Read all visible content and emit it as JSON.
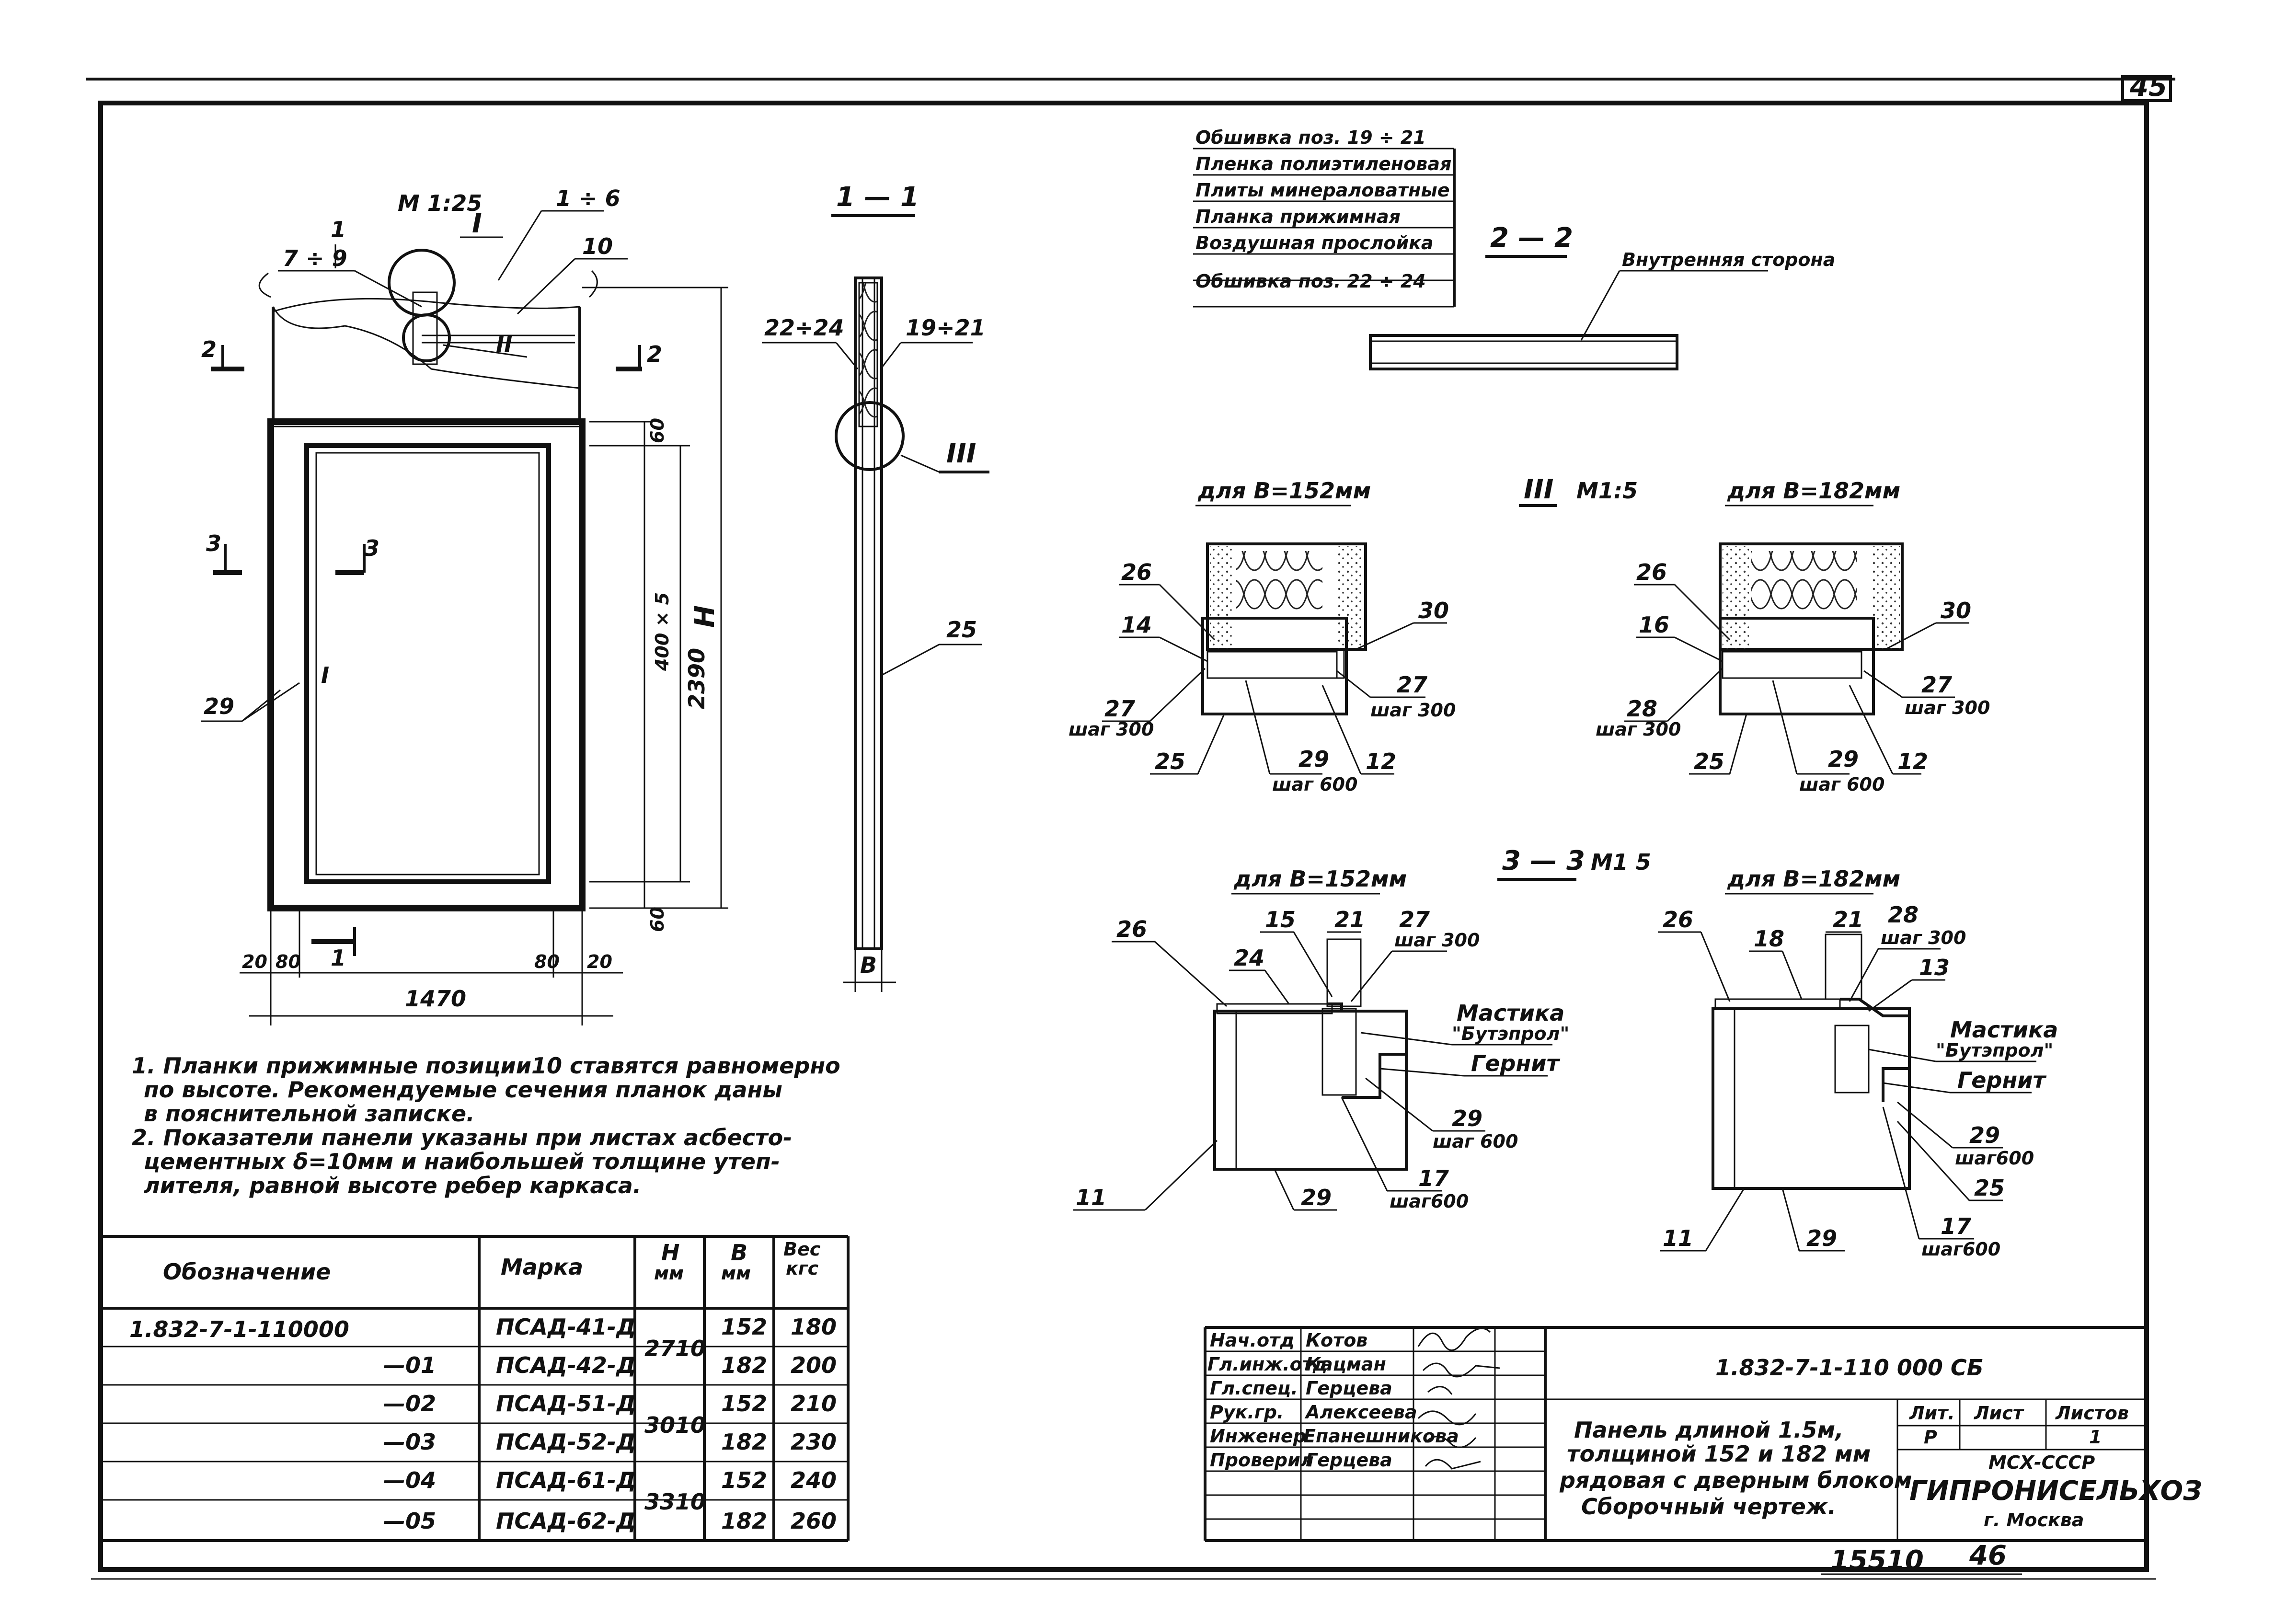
{
  "sheet_number": "45",
  "archive": {
    "number": "15510",
    "page": "46"
  },
  "elevation": {
    "scale": "М 1:25",
    "callout_I": "I",
    "callout_II": "II",
    "leader_1_6": "1 ÷ 6",
    "leader_7_9": "7 ÷ 9",
    "leader_10": "10",
    "leader_29": "29",
    "section_2": "2",
    "section_3": "3",
    "section_1": "1",
    "panel_mark": "I",
    "dim_60_top": "60",
    "dim_400x5": "400 × 5",
    "dim_2390": "2390",
    "dim_H": "H",
    "dim_60_bottom": "60",
    "dim_20_left": "20",
    "dim_80_left": "80",
    "dim_80_right": "80",
    "dim_20_right": "20",
    "dim_1470": "1470"
  },
  "section_1_1": {
    "title": "1 — 1",
    "leader_22_24": "22÷24",
    "leader_19_21": "19÷21",
    "callout_III": "III",
    "leader_25": "25",
    "dim_B": "B"
  },
  "layers": {
    "rows": [
      "Обшивка поз. 19 ÷ 21",
      "Пленка полиэтиленовая",
      "Плиты минераловатные",
      "Планка прижимная",
      "Воздушная прослойка",
      "Обшивка поз. 22 ÷ 24"
    ],
    "section_title": "2 — 2",
    "inner_side": "Внутренняя сторона"
  },
  "detail_III": {
    "title": "III",
    "scale": "М1:5",
    "left": {
      "subtitle": "для B=152мм",
      "l26": "26",
      "l14": "14",
      "l30": "30",
      "l27a": "27",
      "l27a_step": "шаг 300",
      "l27b": "27",
      "l27b_step": "шаг 300",
      "l25": "25",
      "l29": "29",
      "l29_step": "шаг 600",
      "l12": "12"
    },
    "right": {
      "subtitle": "для B=182мм",
      "l26": "26",
      "l16": "16",
      "l30": "30",
      "l28": "28",
      "l28_step": "шаг 300",
      "l27": "27",
      "l27_step": "шаг 300",
      "l25": "25",
      "l29": "29",
      "l29_step": "шаг 600",
      "l12": "12"
    }
  },
  "section_3_3": {
    "title": "3 — 3",
    "scale": "М1 5",
    "left": {
      "subtitle": "для B=152мм",
      "l26": "26",
      "l15": "15",
      "l21": "21",
      "l27": "27",
      "l27_step": "шаг 300",
      "l24": "24",
      "mastic": "Мастика",
      "mastic_name": "\"Бутэпрол\"",
      "gernit": "Гернит",
      "l29a": "29",
      "l29a_step": "шаг 600",
      "l17": "17",
      "l17_step": "шаг600",
      "l11": "11",
      "l29b": "29"
    },
    "right": {
      "subtitle": "для B=182мм",
      "l26": "26",
      "l18": "18",
      "l21": "21",
      "l28": "28",
      "l28_step": "шаг 300",
      "l13": "13",
      "mastic": "Мастика",
      "mastic_name": "\"Бутэпрол\"",
      "gernit": "Гернит",
      "l29a": "29",
      "l29a_step": "шаг600",
      "l25": "25",
      "l17": "17",
      "l17_step": "шаг600",
      "l11": "11",
      "l29b": "29"
    }
  },
  "notes": [
    "1. Планки прижимные позиции10 ставятся равномерно",
    "по высоте. Рекомендуемые сечения планок даны",
    "в пояснительной записке.",
    "2. Показатели панели указаны при листах асбесто-",
    "цементных δ=10мм и наибольшей толщине утеп-",
    "лителя, равной высоте ребер каркаса."
  ],
  "spec_table": {
    "headers": [
      "Обозначение",
      "Марка",
      "H мм",
      "B мм",
      "Вес кгс"
    ],
    "header_H_unit": "мм",
    "header_B_unit": "мм",
    "header_wt_unit": "кгс",
    "rows": [
      {
        "code": "1.832-7-1-110000",
        "mark": "ПСАД-41-Д",
        "B": "152",
        "wt": "180"
      },
      {
        "code": "—01",
        "mark": "ПСАД-42-Д",
        "B": "182",
        "wt": "200"
      },
      {
        "code": "—02",
        "mark": "ПСАД-51-Д",
        "B": "152",
        "wt": "210"
      },
      {
        "code": "—03",
        "mark": "ПСАД-52-Д",
        "B": "182",
        "wt": "230"
      },
      {
        "code": "—04",
        "mark": "ПСАД-61-Д",
        "B": "152",
        "wt": "240"
      },
      {
        "code": "—05",
        "mark": "ПСАД-62-Д",
        "B": "182",
        "wt": "260"
      }
    ],
    "heights": [
      "2710",
      "3010",
      "3310"
    ]
  },
  "title_block": {
    "roles": [
      "Нач.отд",
      "Гл.инж.отд",
      "Гл.спец.",
      "Рук.гр.",
      "Инженер",
      "Проверил"
    ],
    "names": [
      "Котов",
      "Кацман",
      "Герцева",
      "Алексеева",
      "Епанешникова",
      "Герцева"
    ],
    "doc_code": "1.832-7-1-110 000 СБ",
    "description": [
      "Панель длиной 1.5м,",
      "толщиной 152 и 182 мм",
      "рядовая с дверным блоком.",
      "Сборочный чертеж."
    ],
    "lit_label": "Лит.",
    "sheet_label": "Лист",
    "sheets_label": "Листов",
    "lit_value": "Р",
    "sheets_value": "1",
    "org_ministry": "МСХ-СССР",
    "org_name": "ГИПРОНИСЕЛЬХОЗ",
    "org_city": "г. Москва"
  }
}
